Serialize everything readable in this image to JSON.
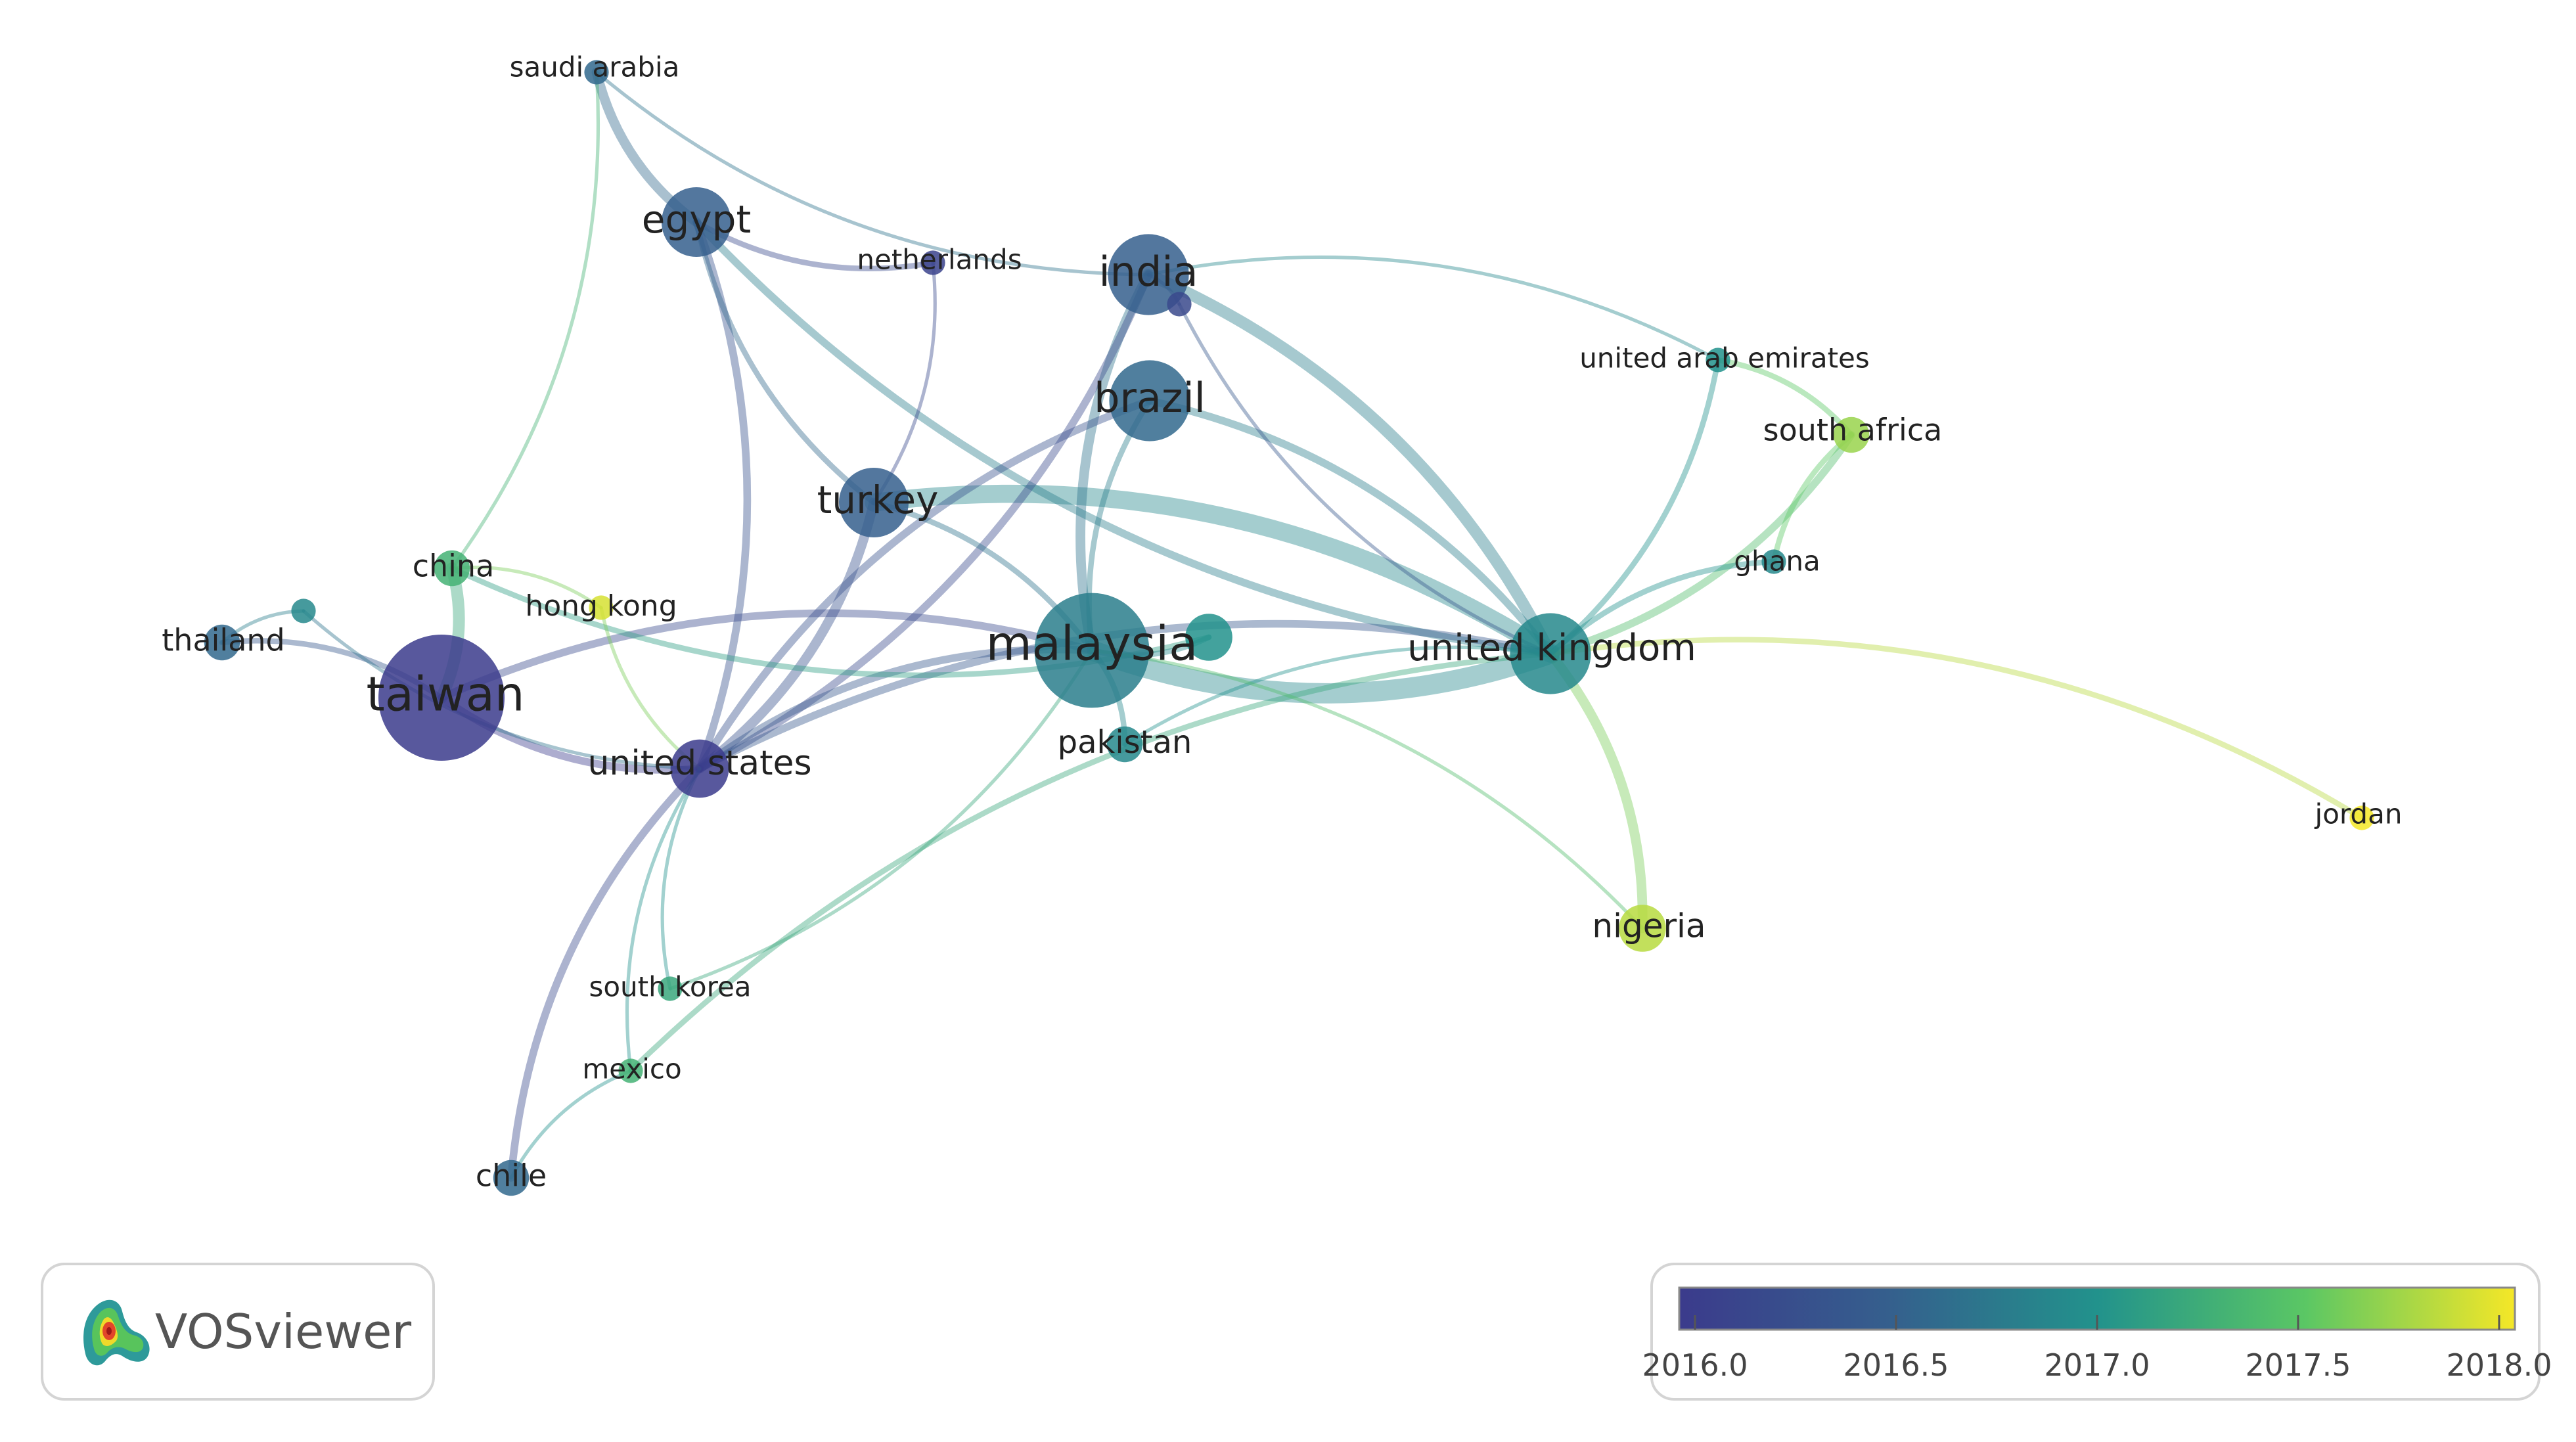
{
  "app": {
    "brand_name": "VOSviewer",
    "logo_icon": "vosviewer-logo-icon"
  },
  "overlay_scale": {
    "title": "",
    "min": 2016.0,
    "max": 2018.0,
    "ticks": [
      "2016.0",
      "2016.5",
      "2017.0",
      "2017.5",
      "2018.0"
    ],
    "palette": [
      "#3b3b8c",
      "#355f8d",
      "#22928c",
      "#5bc764",
      "#f5e727"
    ]
  },
  "network": {
    "nodes": [
      {
        "id": "taiwan",
        "label": "taiwan",
        "score": 2015.9,
        "weight": 10
      },
      {
        "id": "malaysia",
        "label": "malaysia",
        "score": 2016.8,
        "weight": 9
      },
      {
        "id": "united_kingdom",
        "label": "united kingdom",
        "score": 2016.9,
        "weight": 6
      },
      {
        "id": "india",
        "label": "india",
        "score": 2016.5,
        "weight": 6
      },
      {
        "id": "brazil",
        "label": "brazil",
        "score": 2016.6,
        "weight": 6
      },
      {
        "id": "egypt",
        "label": "egypt",
        "score": 2016.5,
        "weight": 5
      },
      {
        "id": "turkey",
        "label": "turkey",
        "score": 2016.5,
        "weight": 5
      },
      {
        "id": "united_states",
        "label": "united states",
        "score": 2016.0,
        "weight": 4
      },
      {
        "id": "netherlands",
        "label": "netherlands",
        "score": 2016.1,
        "weight": 1
      },
      {
        "id": "saudi_arabia",
        "label": "saudi arabia",
        "score": 2016.6,
        "weight": 1
      },
      {
        "id": "united_arab_emirates",
        "label": "united arab emirates",
        "score": 2017.0,
        "weight": 1
      },
      {
        "id": "south_africa",
        "label": "south africa",
        "score": 2017.7,
        "weight": 2
      },
      {
        "id": "ghana",
        "label": "ghana",
        "score": 2016.9,
        "weight": 1
      },
      {
        "id": "china",
        "label": "china",
        "score": 2017.3,
        "weight": 2
      },
      {
        "id": "hong_kong",
        "label": "hong kong",
        "score": 2017.9,
        "weight": 1
      },
      {
        "id": "thailand",
        "label": "thailand",
        "score": 2016.6,
        "weight": 2
      },
      {
        "id": "pakistan",
        "label": "pakistan",
        "score": 2016.9,
        "weight": 2
      },
      {
        "id": "nigeria",
        "label": "nigeria",
        "score": 2017.8,
        "weight": 3
      },
      {
        "id": "jordan",
        "label": "jordan",
        "score": 2018.0,
        "weight": 1
      },
      {
        "id": "south_korea",
        "label": "south korea",
        "score": 2017.2,
        "weight": 1
      },
      {
        "id": "mexico",
        "label": "mexico",
        "score": 2017.3,
        "weight": 1
      },
      {
        "id": "chile",
        "label": "chile",
        "score": 2016.6,
        "weight": 2
      },
      {
        "id": "unlabeled_1",
        "label": "",
        "score": 2017.0,
        "weight": 3
      },
      {
        "id": "unlabeled_2",
        "label": "",
        "score": 2016.9,
        "weight": 1
      },
      {
        "id": "unlabeled_3",
        "label": "",
        "score": 2016.2,
        "weight": 1
      }
    ],
    "links": [
      {
        "source": "malaysia",
        "target": "united_kingdom",
        "strength": 9,
        "score": 2016.9
      },
      {
        "source": "turkey",
        "target": "united_kingdom",
        "strength": 8,
        "score": 2016.9
      },
      {
        "source": "taiwan",
        "target": "china",
        "strength": 5,
        "score": 2017.2
      },
      {
        "source": "india",
        "target": "united_kingdom",
        "strength": 5,
        "score": 2016.8
      },
      {
        "source": "india",
        "target": "malaysia",
        "strength": 4,
        "score": 2016.7
      },
      {
        "source": "egypt",
        "target": "saudi_arabia",
        "strength": 4,
        "score": 2016.6
      },
      {
        "source": "egypt",
        "target": "united_kingdom",
        "strength": 3,
        "score": 2016.8
      },
      {
        "source": "egypt",
        "target": "united_states",
        "strength": 3,
        "score": 2016.3
      },
      {
        "source": "united_states",
        "target": "turkey",
        "strength": 4,
        "score": 2016.3
      },
      {
        "source": "united_states",
        "target": "brazil",
        "strength": 3,
        "score": 2016.3
      },
      {
        "source": "united_states",
        "target": "india",
        "strength": 3,
        "score": 2016.2
      },
      {
        "source": "united_states",
        "target": "malaysia",
        "strength": 3,
        "score": 2016.4
      },
      {
        "source": "united_states",
        "target": "chile",
        "strength": 3,
        "score": 2016.2
      },
      {
        "source": "united_states",
        "target": "united_kingdom",
        "strength": 3,
        "score": 2016.4
      },
      {
        "source": "taiwan",
        "target": "united_states",
        "strength": 3,
        "score": 2016.0
      },
      {
        "source": "taiwan",
        "target": "malaysia",
        "strength": 3,
        "score": 2016.2
      },
      {
        "source": "taiwan",
        "target": "thailand",
        "strength": 2,
        "score": 2016.4
      },
      {
        "source": "brazil",
        "target": "united_kingdom",
        "strength": 3,
        "score": 2016.8
      },
      {
        "source": "brazil",
        "target": "malaysia",
        "strength": 2,
        "score": 2016.8
      },
      {
        "source": "united_kingdom",
        "target": "nigeria",
        "strength": 4,
        "score": 2017.6
      },
      {
        "source": "united_kingdom",
        "target": "south_africa",
        "strength": 3,
        "score": 2017.4
      },
      {
        "source": "united_kingdom",
        "target": "jordan",
        "strength": 2,
        "score": 2017.8
      },
      {
        "source": "united_kingdom",
        "target": "mexico",
        "strength": 2,
        "score": 2017.2
      },
      {
        "source": "united_kingdom",
        "target": "ghana",
        "strength": 2,
        "score": 2017.0
      },
      {
        "source": "united_kingdom",
        "target": "united_arab_emirates",
        "strength": 2,
        "score": 2017.0
      },
      {
        "source": "united_arab_emirates",
        "target": "south_africa",
        "strength": 2,
        "score": 2017.5
      },
      {
        "source": "south_africa",
        "target": "ghana",
        "strength": 2,
        "score": 2017.5
      },
      {
        "source": "india",
        "target": "united_arab_emirates",
        "strength": 1,
        "score": 2016.9
      },
      {
        "source": "saudi_arabia",
        "target": "india",
        "strength": 1,
        "score": 2016.7
      },
      {
        "source": "saudi_arabia",
        "target": "china",
        "strength": 1,
        "score": 2017.3
      },
      {
        "source": "egypt",
        "target": "netherlands",
        "strength": 2,
        "score": 2016.2
      },
      {
        "source": "netherlands",
        "target": "turkey",
        "strength": 1,
        "score": 2016.2
      },
      {
        "source": "china",
        "target": "unlabeled_1",
        "strength": 2,
        "score": 2017.1
      },
      {
        "source": "china",
        "target": "hong_kong",
        "strength": 1,
        "score": 2017.6
      },
      {
        "source": "hong_kong",
        "target": "united_states",
        "strength": 1,
        "score": 2017.6
      },
      {
        "source": "thailand",
        "target": "unlabeled_2",
        "strength": 1,
        "score": 2016.8
      },
      {
        "source": "unlabeled_2",
        "target": "united_states",
        "strength": 1,
        "score": 2016.7
      },
      {
        "source": "malaysia",
        "target": "pakistan",
        "strength": 2,
        "score": 2016.9
      },
      {
        "source": "malaysia",
        "target": "unlabeled_1",
        "strength": 2,
        "score": 2016.9
      },
      {
        "source": "south_korea",
        "target": "united_states",
        "strength": 1,
        "score": 2017.0
      },
      {
        "source": "south_korea",
        "target": "malaysia",
        "strength": 1,
        "score": 2017.2
      },
      {
        "source": "mexico",
        "target": "united_states",
        "strength": 1,
        "score": 2017.0
      },
      {
        "source": "mexico",
        "target": "chile",
        "strength": 1,
        "score": 2017.0
      },
      {
        "source": "india",
        "target": "unlabeled_3",
        "strength": 1,
        "score": 2016.3
      },
      {
        "source": "unlabeled_3",
        "target": "united_kingdom",
        "strength": 1,
        "score": 2016.4
      },
      {
        "source": "turkey",
        "target": "malaysia",
        "strength": 2,
        "score": 2016.7
      },
      {
        "source": "egypt",
        "target": "turkey",
        "strength": 2,
        "score": 2016.6
      },
      {
        "source": "pakistan",
        "target": "united_kingdom",
        "strength": 1,
        "score": 2017.0
      },
      {
        "source": "nigeria",
        "target": "malaysia",
        "strength": 1,
        "score": 2017.4
      }
    ]
  }
}
